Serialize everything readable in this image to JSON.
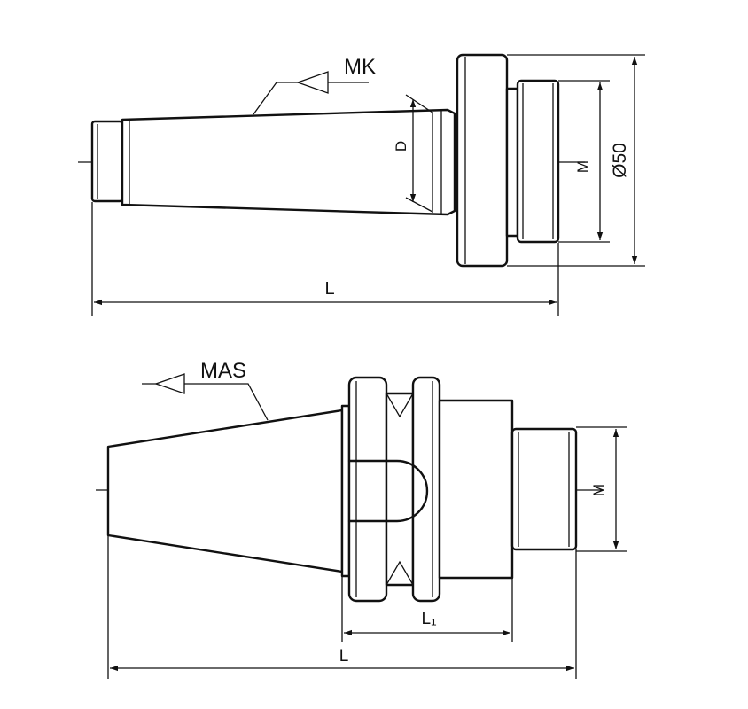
{
  "top_view": {
    "taper_label": "MK",
    "d_label": "D",
    "thread_label": "M",
    "diameter_label": "Ø50",
    "length_label": "L"
  },
  "bottom_view": {
    "taper_label": "MAS",
    "thread_label": "M",
    "l1_label": "L₁",
    "length_label": "L"
  }
}
